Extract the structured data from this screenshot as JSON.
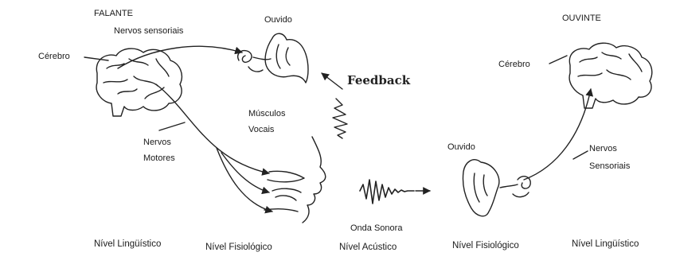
{
  "colors": {
    "ink": "#222222",
    "background": "#ffffff"
  },
  "speaker": {
    "title": "FALANTE",
    "sensory_nerves": "Nervos sensoriais",
    "brain": "Cérebro",
    "ear": "Ouvido",
    "vocal_muscles_1": "Músculos",
    "vocal_muscles_2": "Vocais",
    "motor_nerves_1": "Nervos",
    "motor_nerves_2": "Motores"
  },
  "listener": {
    "title": "OUVINTE",
    "brain": "Cérebro",
    "ear": "Ouvido",
    "nerves_1": "Nervos",
    "nerves_2": "Sensoriais"
  },
  "feedback": "Feedback",
  "sound_wave": "Onda Sonora",
  "levels": [
    "Nível Lingüístico",
    "Nível Fisiológico",
    "Nível Acústico",
    "Nível Fisiológico",
    "Nível Lingüístico"
  ]
}
